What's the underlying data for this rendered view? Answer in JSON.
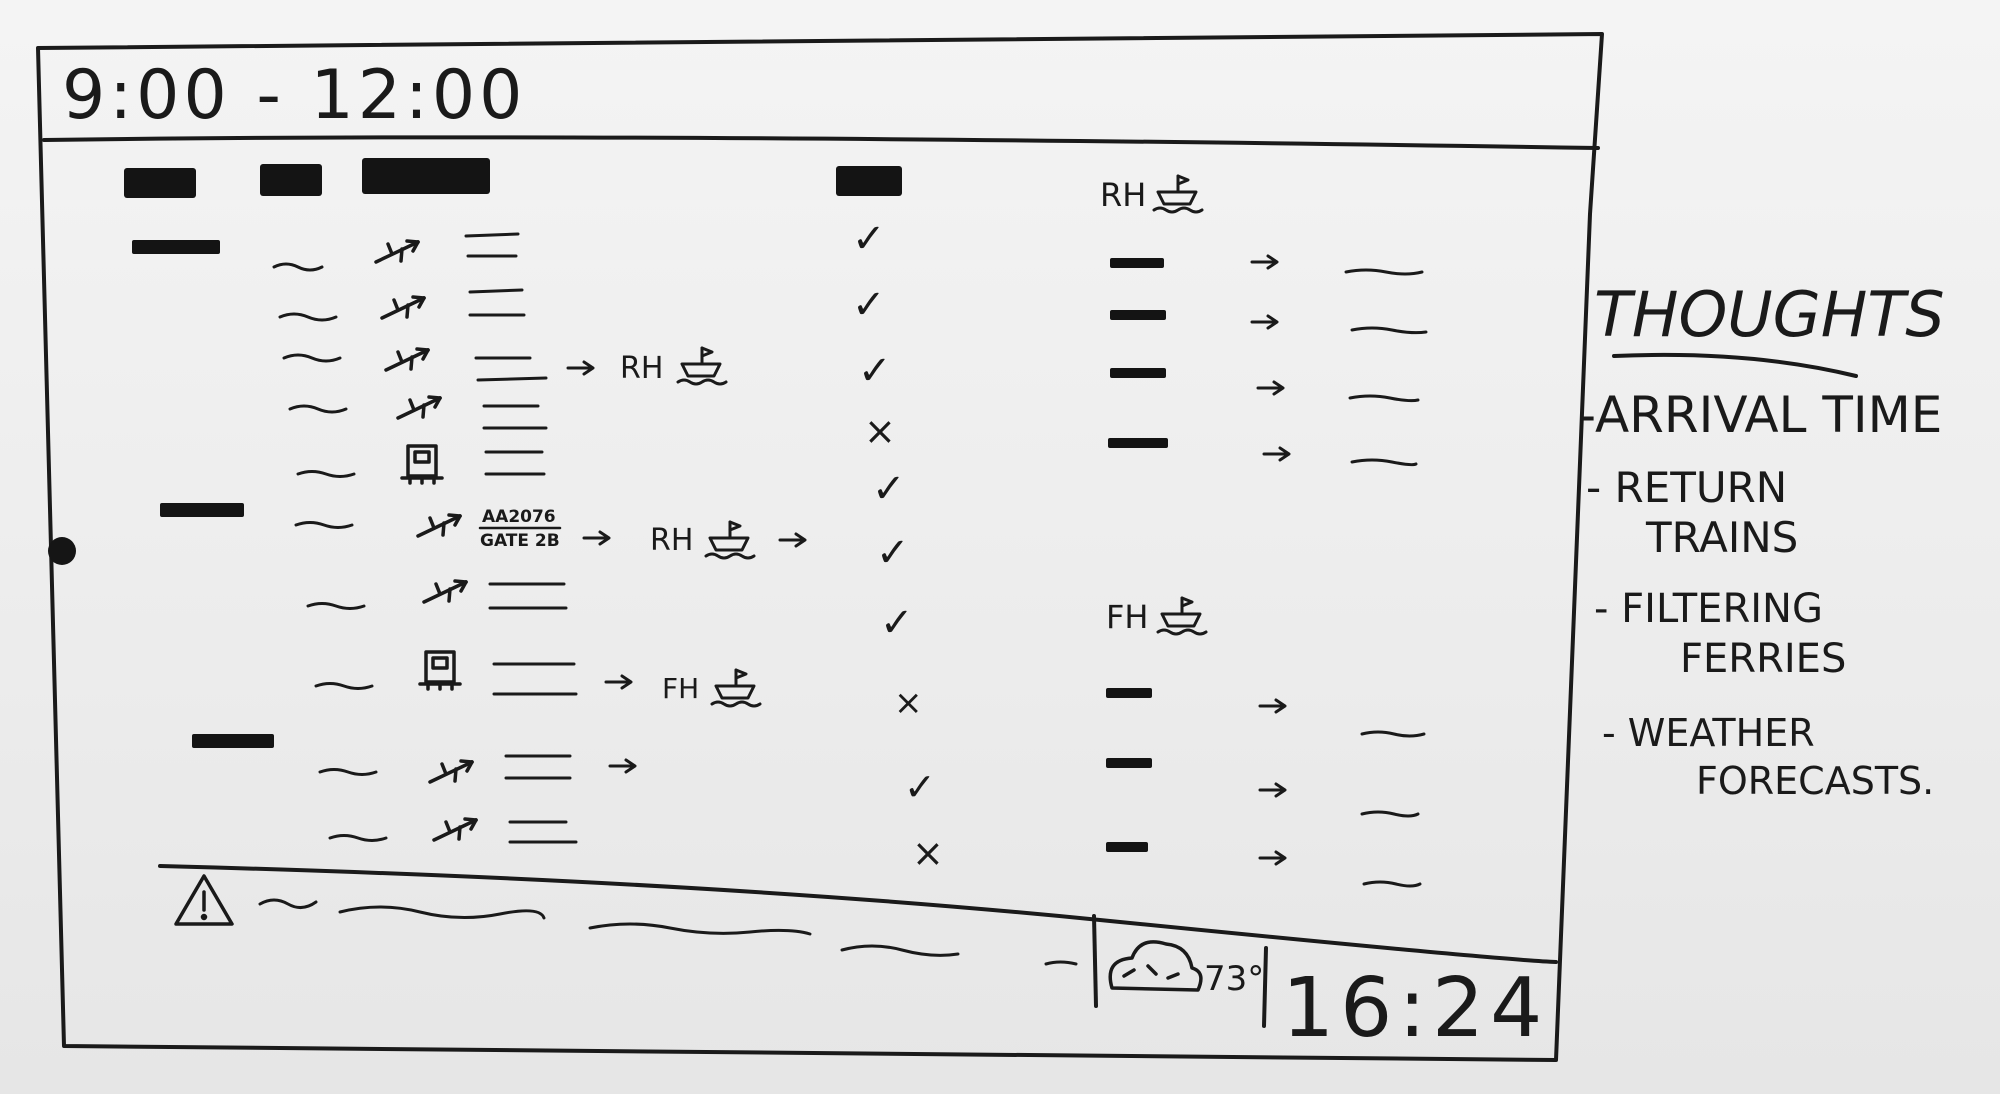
{
  "header": {
    "time_range": "9:00 - 12:00"
  },
  "departures": {
    "flight_codes": [
      {
        "line1": "AA2076",
        "line2": "GATE 2B"
      }
    ],
    "status_marks": [
      "✓",
      "✓",
      "✓",
      "×",
      "✓",
      "✓",
      "✓",
      "×",
      "✓",
      "×"
    ]
  },
  "ferries": {
    "inline_labels": [
      "RH",
      "RH",
      "FH"
    ],
    "panels": [
      {
        "label": "RH"
      },
      {
        "label": "FH"
      }
    ]
  },
  "footer": {
    "alert_icon": "warning-triangle-icon",
    "weather_icon": "cloud-icon",
    "temperature": "73°",
    "clock": "16:24"
  },
  "notes": {
    "title": "THOUGHTS",
    "items": [
      "-ARRIVAL TIME",
      "- RETURN TRAINS",
      "- FILTERING FERRIES",
      "- WEATHER FORECASTS."
    ]
  }
}
